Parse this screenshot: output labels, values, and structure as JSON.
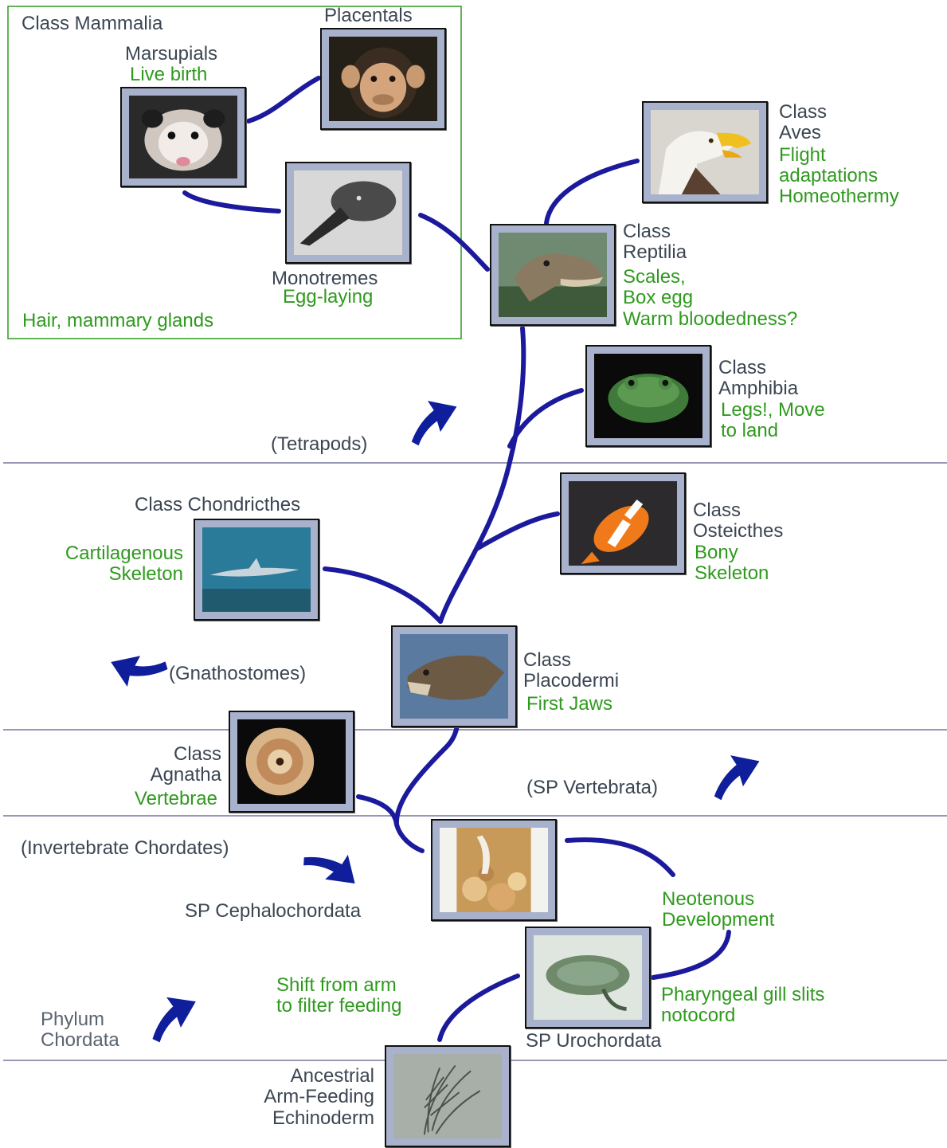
{
  "colors": {
    "branch": "#1c1a9c",
    "arrow": "#0f1e9a",
    "label_dark": "#3c4653",
    "label_green": "#2f9a1e",
    "box_border": "#2f9a1e",
    "divider": "#5a5a8a",
    "frame_bg": "#a9b2cd"
  },
  "mammalia": {
    "title": "Class Mammalia",
    "traits": "Hair, mammary glands",
    "placentals": {
      "name": "Placentals"
    },
    "marsupials": {
      "name": "Marsupials",
      "trait": "Live birth"
    },
    "monotremes": {
      "name": "Monotremes",
      "trait": "Egg-laying"
    }
  },
  "aves": {
    "name_line1": "Class",
    "name_line2": "Aves",
    "trait_line1": "Flight",
    "trait_line2": "adaptations",
    "trait_line3": "Homeothermy"
  },
  "reptilia": {
    "name_line1": "Class",
    "name_line2": "Reptilia",
    "trait_line1": "Scales,",
    "trait_line2": "Box egg",
    "trait_line3": "Warm bloodedness?"
  },
  "amphibia": {
    "name_line1": "Class",
    "name_line2": "Amphibia",
    "trait_line1": "Legs!, Move",
    "trait_line2": "to land"
  },
  "tetrapods": {
    "label": "(Tetrapods)"
  },
  "chondrichthes": {
    "name": "Class Chondricthes",
    "trait_line1": "Cartilagenous",
    "trait_line2": "Skeleton"
  },
  "osteicthes": {
    "name_line1": "Class",
    "name_line2": "Osteicthes",
    "trait_line1": "Bony",
    "trait_line2": "Skeleton"
  },
  "gnathostomes": {
    "label": "(Gnathostomes)"
  },
  "placodermi": {
    "name_line1": "Class",
    "name_line2": "Placodermi",
    "trait": "First Jaws"
  },
  "agnatha": {
    "name_line1": "Class",
    "name_line2": "Agnatha",
    "trait": "Vertebrae"
  },
  "vertebrata": {
    "label": "(SP Vertebrata)"
  },
  "invertebrate_chordates": {
    "label": "(Invertebrate Chordates)"
  },
  "cephalochordata": {
    "name": "SP Cephalochordata"
  },
  "neotenous": {
    "line1": "Neotenous",
    "line2": "Development"
  },
  "urochordata": {
    "name": "SP Urochordata",
    "trait_line1": "Pharyngeal gill slits",
    "trait_line2": "notocord"
  },
  "shift": {
    "line1": "Shift from arm",
    "line2": "to filter feeding"
  },
  "chordata": {
    "line1": "Phylum",
    "line2": "Chordata"
  },
  "echinoderm": {
    "line1": "Ancestrial",
    "line2": "Arm-Feeding",
    "line3": "Echinoderm"
  }
}
